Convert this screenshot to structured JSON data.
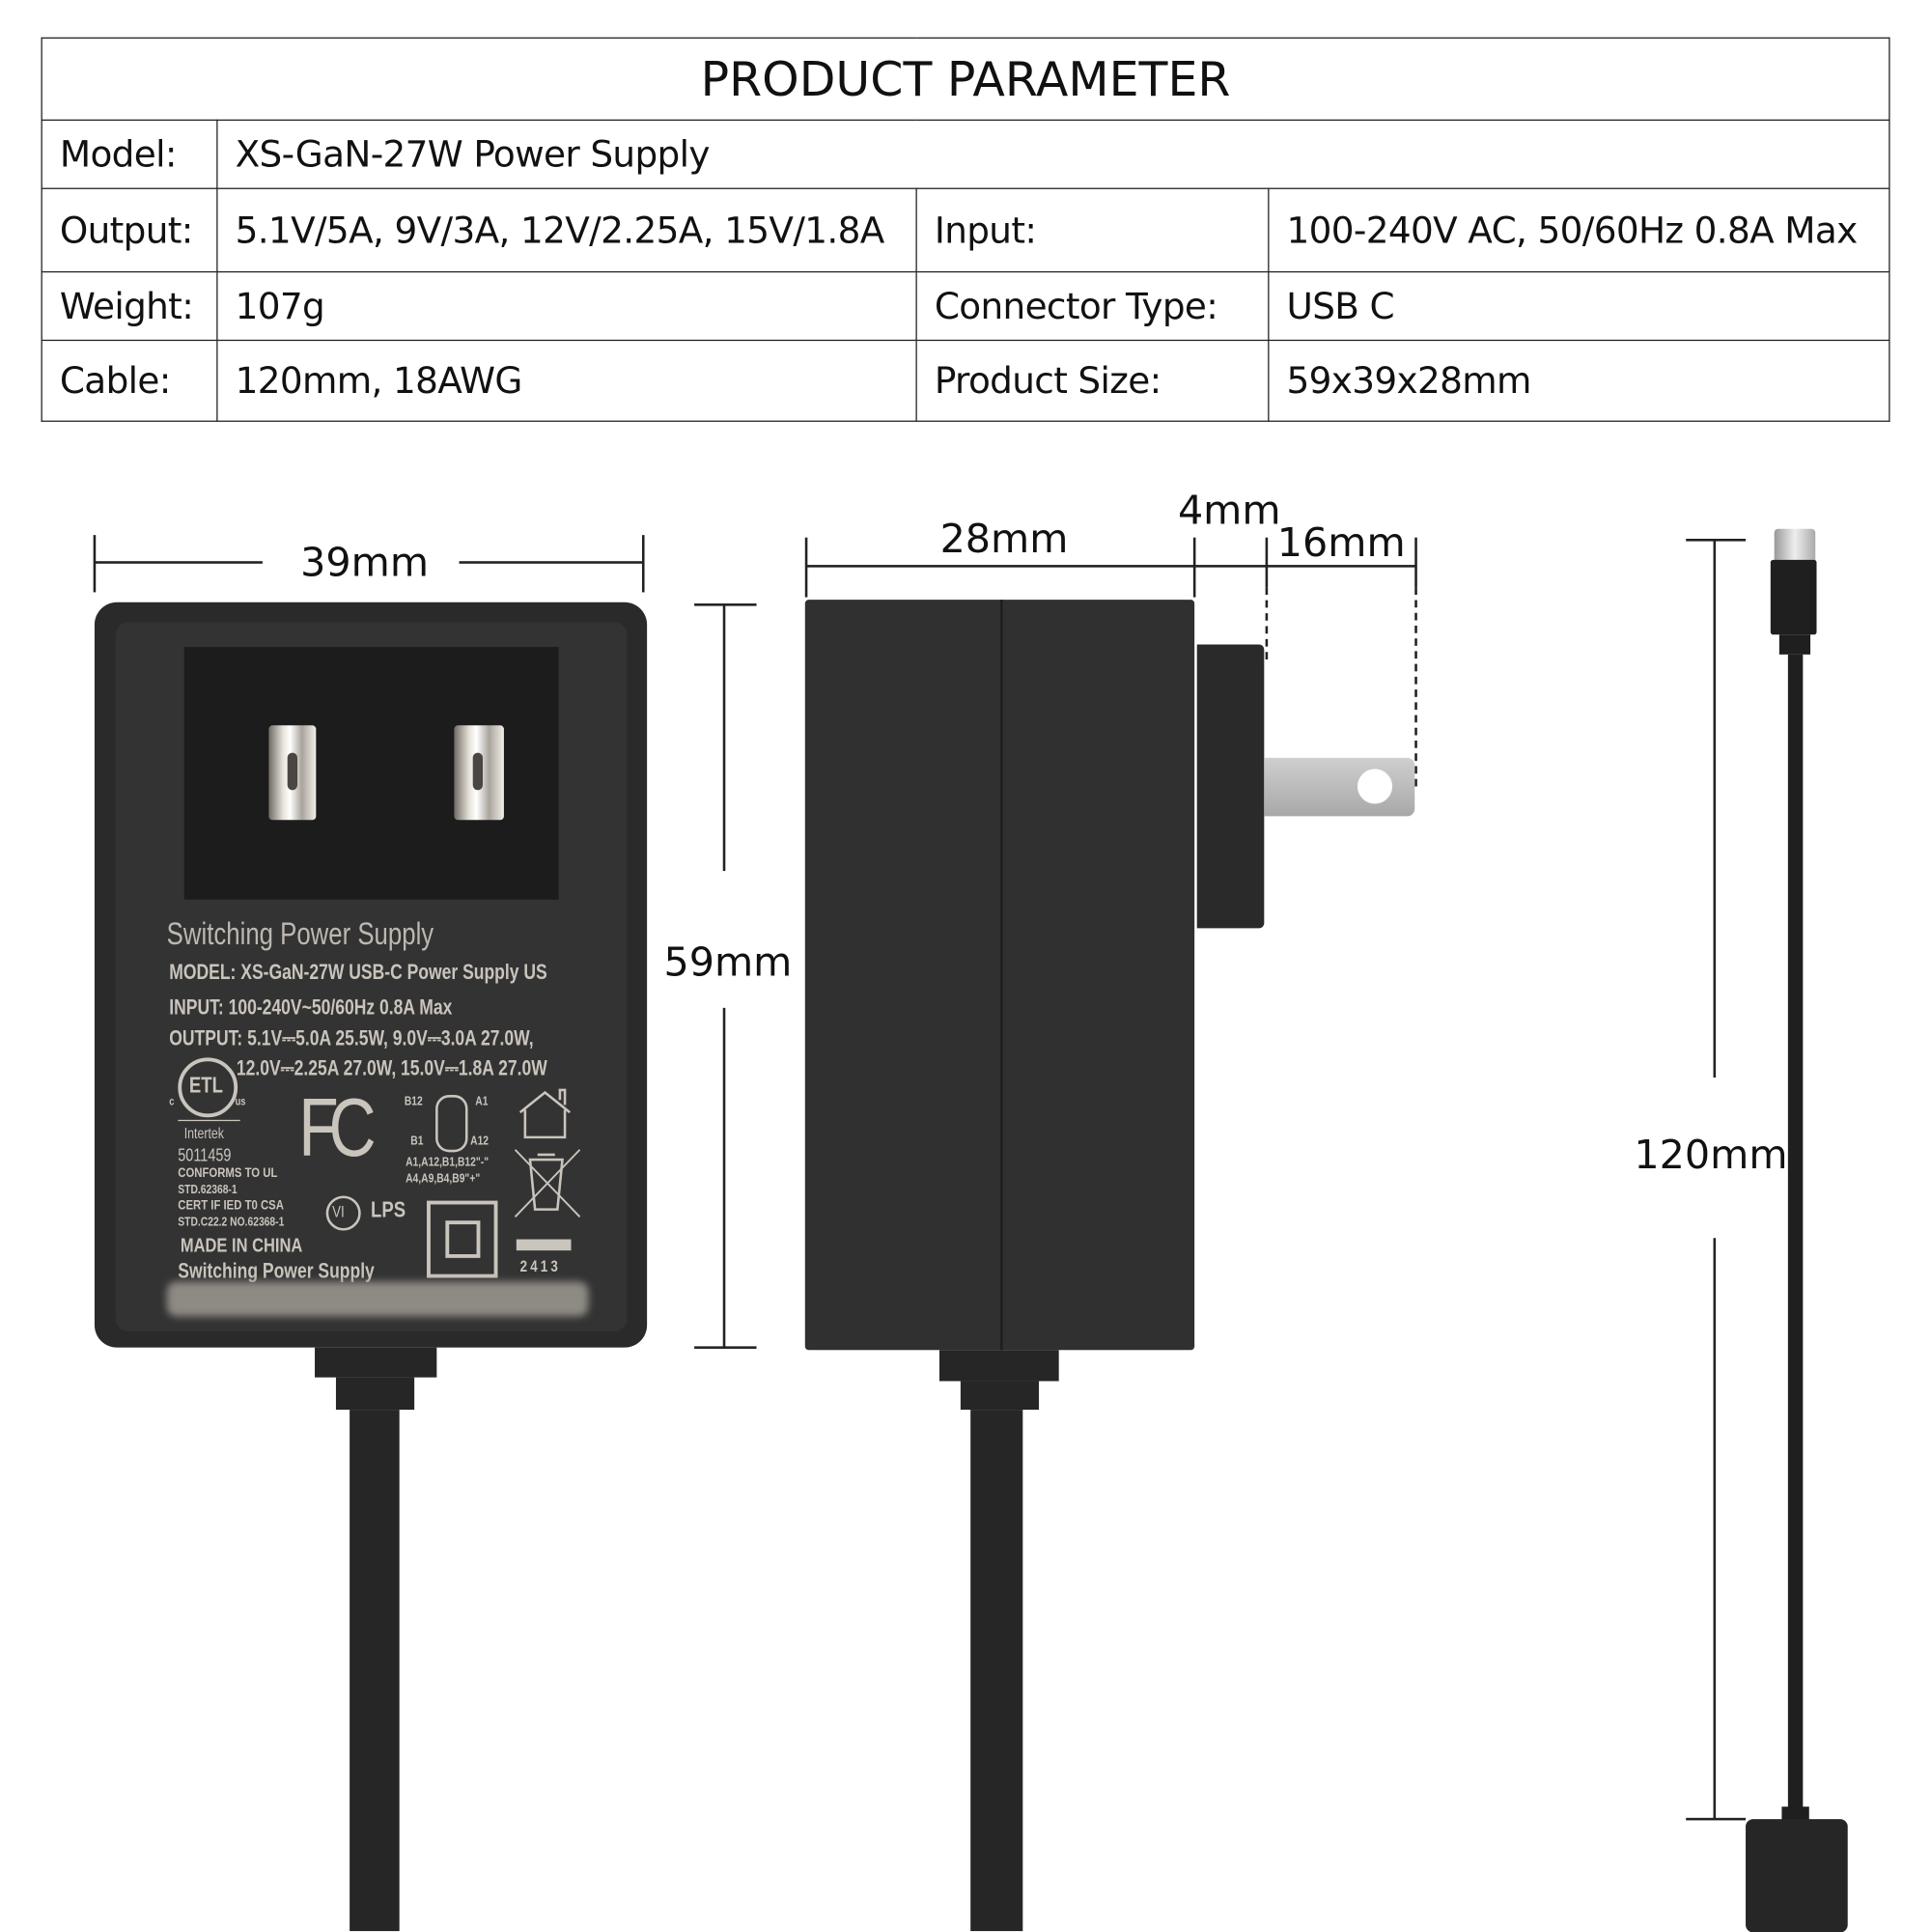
{
  "table": {
    "title": "PRODUCT PARAMETER",
    "model_label": "Model:",
    "model_value": "XS-GaN-27W Power Supply",
    "output_label": "Output:",
    "output_value": "5.1V/5A, 9V/3A, 12V/2.25A, 15V/1.8A",
    "input_label": "Input:",
    "input_value": "100-240V AC, 50/60Hz 0.8A Max",
    "weight_label": "Weight:",
    "weight_value": "107g",
    "connector_label": "Connector Type:",
    "connector_value": "USB C",
    "cable_label": "Cable:",
    "cable_value": "120mm, 18AWG",
    "size_label": "Product Size:",
    "size_value": "59x39x28mm"
  },
  "dimensions": {
    "width": "39mm",
    "height": "59mm",
    "depth": "28mm",
    "plug_base": "4mm",
    "prong_length": "16mm",
    "cable_length": "120mm"
  },
  "device_label": {
    "title": "Switching Power Supply",
    "model": "MODEL: XS-GaN-27W USB-C Power Supply US",
    "input": "INPUT: 100-240V~50/60Hz 0.8A Max",
    "output1": "OUTPUT: 5.1V⎓5.0A 25.5W, 9.0V⎓3.0A 27.0W,",
    "output2": "12.0V⎓2.25A 27.0W, 15.0V⎓1.8A 27.0W",
    "etl": "ETL",
    "etl_c": "c",
    "etl_us": "us",
    "intertek": "Intertek",
    "cert_no": "5011459",
    "conforms": "CONFORMS TO UL",
    "std1": "STD.62368-1",
    "cert_csa": "CERT IF IED T0 CSA",
    "std2": "STD.C22.2 NO.62368-1",
    "made": "MADE IN CHINA",
    "footer": "Switching Power Supply",
    "fcc": "FC",
    "pins_b12": "B12",
    "pins_a1": "A1",
    "pins_b1": "B1",
    "pins_a12": "A12",
    "pins_neg": "A1,A12,B1,B12\"-\"",
    "pins_pos": "A4,A9,B4,B9\"+\"",
    "vi": "VI",
    "lps": "LPS",
    "date": "2413"
  },
  "colors": {
    "body": "#2e2e2e",
    "recess": "#1e1e1e",
    "text_print": "#c9c4bc"
  }
}
